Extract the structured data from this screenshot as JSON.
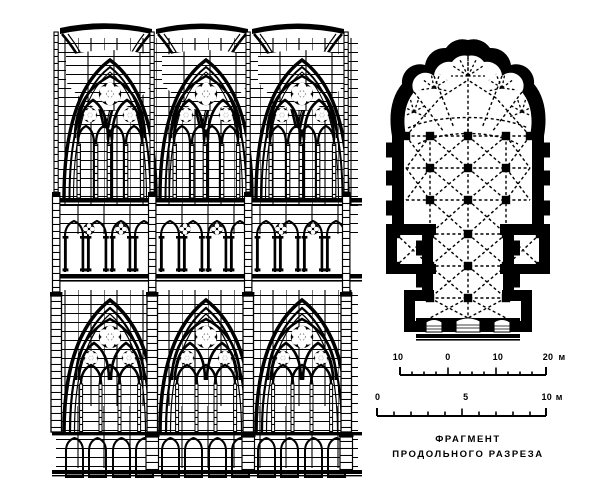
{
  "figure": {
    "background_color": "#ffffff",
    "ink_color": "#000000",
    "caption_line1": "ФРАГМЕНТ",
    "caption_line2": "ПРОДОЛЬНОГО  РАЗРЕЗА"
  },
  "scale_bars": [
    {
      "name": "plan-scale",
      "unit": "м",
      "ticks": [
        "10",
        "0",
        "10",
        "20"
      ],
      "tick_positions": [
        0,
        33.3,
        66.6,
        100
      ],
      "subdivision_count": 12
    },
    {
      "name": "section-scale",
      "unit": "м",
      "ticks": [
        "0",
        "5",
        "10"
      ],
      "tick_positions": [
        0,
        50,
        100
      ],
      "subdivision_count": 10
    }
  ],
  "drawings": {
    "section": {
      "name": "longitudinal-section",
      "bays": 3,
      "levels": [
        {
          "name": "clerestory",
          "tracery": "rose-and-quatrefoil",
          "lancets_per_bay": 4
        },
        {
          "name": "triforium",
          "arcade_arches_per_bay": 4
        },
        {
          "name": "main-arcade",
          "tracery": "rose-and-quatrefoil",
          "lancets_per_bay": 3
        },
        {
          "name": "base-blind-arcade",
          "arches_per_bay": 4
        }
      ]
    },
    "plan": {
      "name": "cathedral-floor-plan",
      "chapels": 5,
      "nave_bays": 4,
      "transept": true,
      "west_portals": 3
    }
  }
}
